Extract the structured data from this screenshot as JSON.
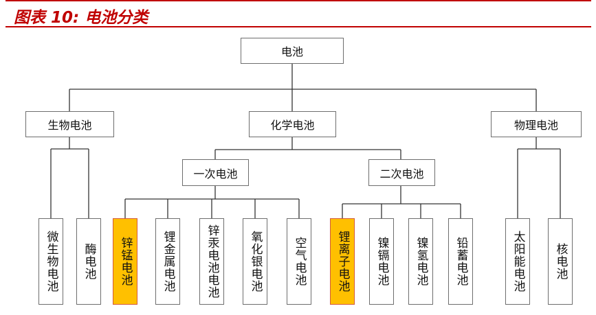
{
  "title": "图表 10: 电池分类",
  "nodes": {
    "root": "电池",
    "bio": "生物电池",
    "chem": "化学电池",
    "phys": "物理电池",
    "primary": "一次电池",
    "secondary": "二次电池",
    "micro": "微生物电池",
    "enzyme": "酶电池",
    "zincmn": "锌锰电池",
    "lithmetal": "锂金属电池",
    "zinchg": "锌汞电池电池",
    "silverox": "氧化银电池",
    "air": "空气电池",
    "liion": "锂离子电池",
    "nicd": "镍镉电池",
    "nimh": "镍氢电池",
    "leadacid": "铅蓄电池",
    "solar": "太阳能电池",
    "nuclear": "核电池"
  },
  "highlighted": [
    "锌锰电池",
    "锂离子电池"
  ],
  "colors": {
    "highlight_fill": "#ffc000",
    "highlight_border": "#d25a3a",
    "title": "#c00000"
  }
}
